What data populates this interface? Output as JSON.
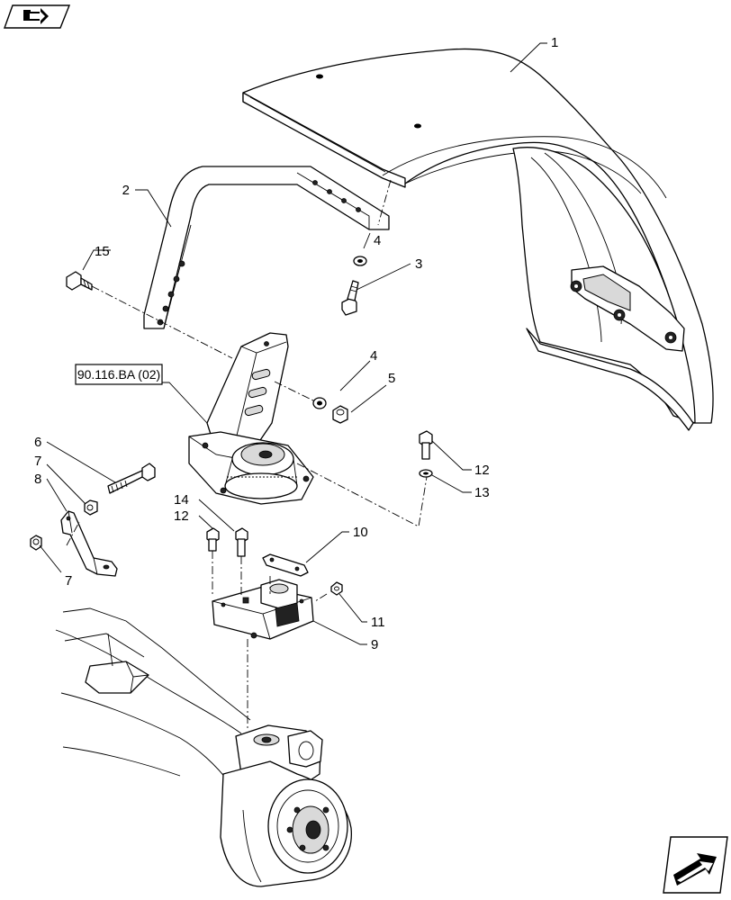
{
  "reference_label": "90.116.BA (02)",
  "callouts": [
    {
      "id": "c1",
      "text": "1"
    },
    {
      "id": "c2",
      "text": "2"
    },
    {
      "id": "c3",
      "text": "3"
    },
    {
      "id": "c4a",
      "text": "4"
    },
    {
      "id": "c4b",
      "text": "4"
    },
    {
      "id": "c5",
      "text": "5"
    },
    {
      "id": "c6",
      "text": "6"
    },
    {
      "id": "c7a",
      "text": "7"
    },
    {
      "id": "c7b",
      "text": "7"
    },
    {
      "id": "c8",
      "text": "8"
    },
    {
      "id": "c9",
      "text": "9"
    },
    {
      "id": "c10",
      "text": "10"
    },
    {
      "id": "c11",
      "text": "11"
    },
    {
      "id": "c12a",
      "text": "12"
    },
    {
      "id": "c12b",
      "text": "12"
    },
    {
      "id": "c13",
      "text": "13"
    },
    {
      "id": "c14",
      "text": "14"
    },
    {
      "id": "c15",
      "text": "15"
    }
  ],
  "icons": {
    "top_left": "previous-page-arrow-icon",
    "bottom_right": "next-page-arrow-icon"
  },
  "colors": {
    "line": "#000000",
    "background": "#ffffff"
  }
}
